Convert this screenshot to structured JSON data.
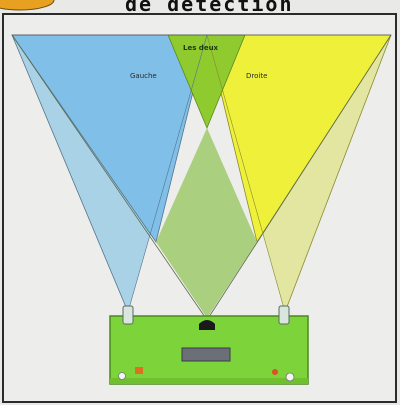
{
  "heading": {
    "text": "de détection"
  },
  "zones": {
    "left": {
      "label": "Gauche"
    },
    "center": {
      "label": "Les deux"
    },
    "right": {
      "label": "Droite"
    }
  },
  "colors": {
    "page_background": "#e9e9e7",
    "frame": "#2b2b2b",
    "left_beam": "#7fbfe8",
    "left_beam_light": "#a9d2e6",
    "right_beam": "#eef03a",
    "right_beam_light": "#e3e6a0",
    "overlap_green": "#a9cf7f",
    "top_overlap_green": "#8fca2e",
    "board": "#7cd43a",
    "board_edge": "#4a8a1f",
    "logo_orange": "#e8a020"
  }
}
